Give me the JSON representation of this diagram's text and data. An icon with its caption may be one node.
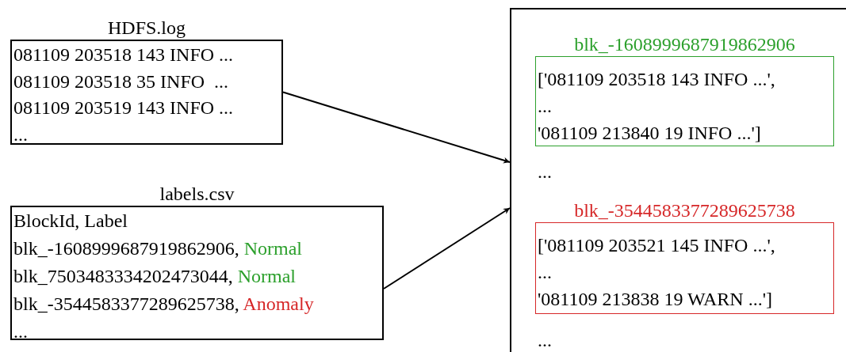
{
  "diagram": {
    "nodes": [
      {
        "text": [
          "HDFS.log",
          "081109 203518 143 INFO ...",
          "081109 203518 35 INFO  ...",
          "081109 203519 143 INFO ...",
          "..."
        ]
      },
      {
        "text": [
          "labels.csv",
          "BlockId, Label",
          "blk_-1608999687919862906, Normal",
          "blk_7503483334202473044, Normal",
          "blk_-3544583377289625738, Anomaly",
          "..."
        ]
      },
      {
        "text": [
          "...",
          "..."
        ]
      },
      {
        "text": [
          "blk_-1608999687919862906",
          "['081109 203518 143 INFO ...',",
          "...",
          "'081109 213840 19 INFO ...']"
        ],
        "in": 2
      },
      {
        "text": [
          "blk_-3544583377289625738",
          "['081109 203521 145 INFO ...',",
          "...",
          "'081109 213838 19 WARN ...']"
        ],
        "in": 2
      }
    ],
    "edges": [
      {
        "from": 0,
        "to": 2,
        "arrow": "to"
      },
      {
        "from": 1,
        "to": 2,
        "arrow": "to"
      }
    ]
  }
}
